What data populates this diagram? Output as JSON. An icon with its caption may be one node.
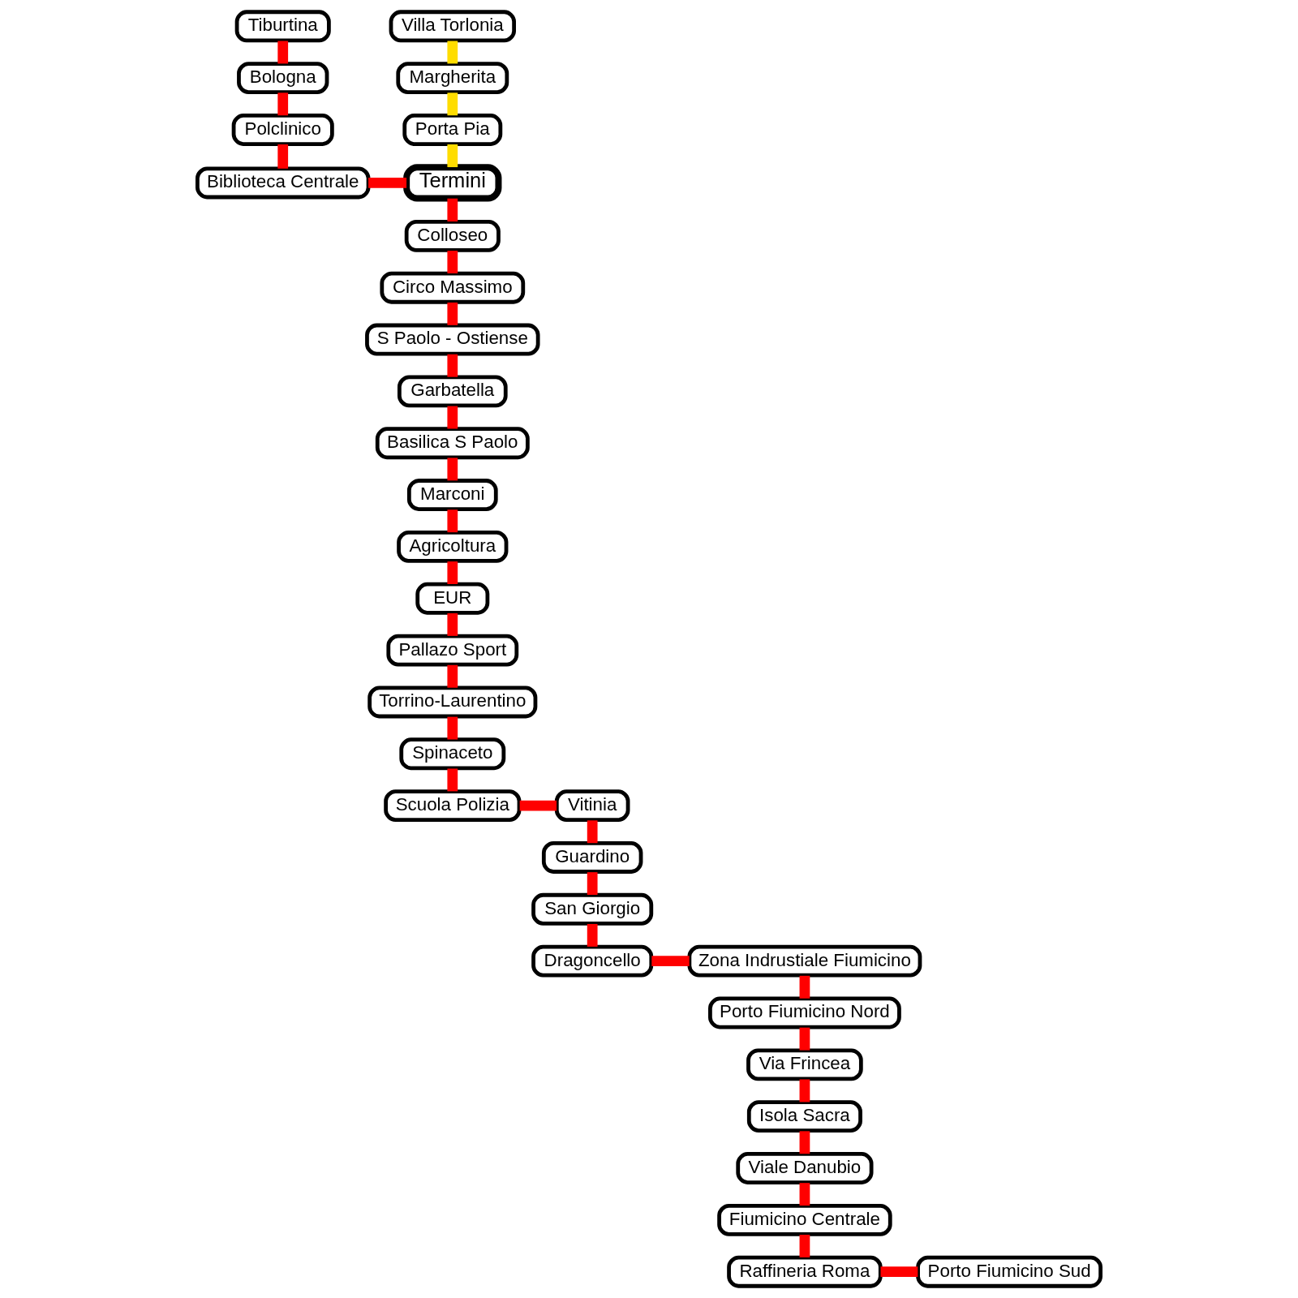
{
  "diagram": {
    "nodes": [
      {
        "text": [
          "Villa Torlonia"
        ]
      },
      {
        "text": [
          "Tiburtina"
        ]
      },
      {
        "text": [
          "Margherita"
        ]
      },
      {
        "text": [
          "Bologna"
        ]
      },
      {
        "text": [
          "Polclinico"
        ]
      },
      {
        "text": [
          "Porta Pia"
        ]
      },
      {
        "text": [
          "Termini"
        ]
      },
      {
        "text": [
          "Biblioteca Centrale"
        ]
      },
      {
        "text": [
          "Colloseo"
        ]
      },
      {
        "text": [
          "Circo Massimo"
        ]
      },
      {
        "text": [
          "S Paolo - Ostiense"
        ]
      },
      {
        "text": [
          "Garbatella"
        ]
      },
      {
        "text": [
          "Basilica S Paolo"
        ]
      },
      {
        "text": [
          "Marconi"
        ]
      },
      {
        "text": [
          "Agricoltura"
        ]
      },
      {
        "text": [
          "EUR"
        ]
      },
      {
        "text": [
          "Pallazo Sport"
        ]
      },
      {
        "text": [
          "Torrino-Laurentino"
        ]
      },
      {
        "text": [
          "Spinaceto"
        ]
      },
      {
        "text": [
          "Vitinia"
        ]
      },
      {
        "text": [
          "Scuola Polizia"
        ]
      },
      {
        "text": [
          "Guardino"
        ]
      },
      {
        "text": [
          "San Giorgio"
        ]
      },
      {
        "text": [
          "Zona Indrustiale Fiumicino"
        ]
      },
      {
        "text": [
          "Dragoncello"
        ]
      },
      {
        "text": [
          "Porto Fiumicino Nord"
        ]
      },
      {
        "text": [
          "Via Frincea"
        ]
      },
      {
        "text": [
          "Isola Sacra"
        ]
      },
      {
        "text": [
          "Viale Danubio"
        ]
      },
      {
        "text": [
          "Fiumicino Centrale"
        ]
      },
      {
        "text": [
          "Porto Fiumicino Sud"
        ]
      },
      {
        "text": [
          "Raffineria Roma"
        ]
      }
    ],
    "edges": [
      {
        "from": 0,
        "to": 2,
        "arrow": "none",
        "color": "#ffdd00"
      },
      {
        "from": 2,
        "to": 5,
        "arrow": "none",
        "color": "#ffdd00"
      },
      {
        "from": 5,
        "to": 6,
        "arrow": "none",
        "color": "#ffdd00"
      },
      {
        "from": 1,
        "to": 3,
        "arrow": "none"
      },
      {
        "from": 3,
        "to": 4,
        "arrow": "none"
      },
      {
        "from": 4,
        "to": 7,
        "arrow": "none"
      },
      {
        "from": 7,
        "to": 6,
        "arrow": "none"
      },
      {
        "from": 6,
        "to": 8,
        "arrow": "none"
      },
      {
        "from": 8,
        "to": 9,
        "arrow": "none"
      },
      {
        "from": 9,
        "to": 10,
        "arrow": "none"
      },
      {
        "from": 10,
        "to": 11,
        "arrow": "none"
      },
      {
        "from": 11,
        "to": 12,
        "arrow": "none"
      },
      {
        "from": 12,
        "to": 13,
        "arrow": "none"
      },
      {
        "from": 13,
        "to": 14,
        "arrow": "none"
      },
      {
        "from": 14,
        "to": 15,
        "arrow": "none"
      },
      {
        "from": 15,
        "to": 16,
        "arrow": "none"
      },
      {
        "from": 16,
        "to": 17,
        "arrow": "none"
      },
      {
        "from": 17,
        "to": 18,
        "arrow": "none"
      },
      {
        "from": 18,
        "to": 20,
        "arrow": "none"
      },
      {
        "from": 20,
        "to": 19,
        "arrow": "none"
      },
      {
        "from": 19,
        "to": 21,
        "arrow": "none"
      },
      {
        "from": 21,
        "to": 22,
        "arrow": "none"
      },
      {
        "from": 22,
        "to": 24,
        "arrow": "none"
      },
      {
        "from": 24,
        "to": 23,
        "arrow": "none"
      },
      {
        "from": 23,
        "to": 25,
        "arrow": "none"
      },
      {
        "from": 25,
        "to": 26,
        "arrow": "none"
      },
      {
        "from": 26,
        "to": 27,
        "arrow": "none"
      },
      {
        "from": 27,
        "to": 28,
        "arrow": "none"
      },
      {
        "from": 28,
        "to": 29,
        "arrow": "none"
      },
      {
        "from": 29,
        "to": 31,
        "arrow": "none"
      },
      {
        "from": 31,
        "to": 30,
        "arrow": "none"
      }
    ]
  }
}
